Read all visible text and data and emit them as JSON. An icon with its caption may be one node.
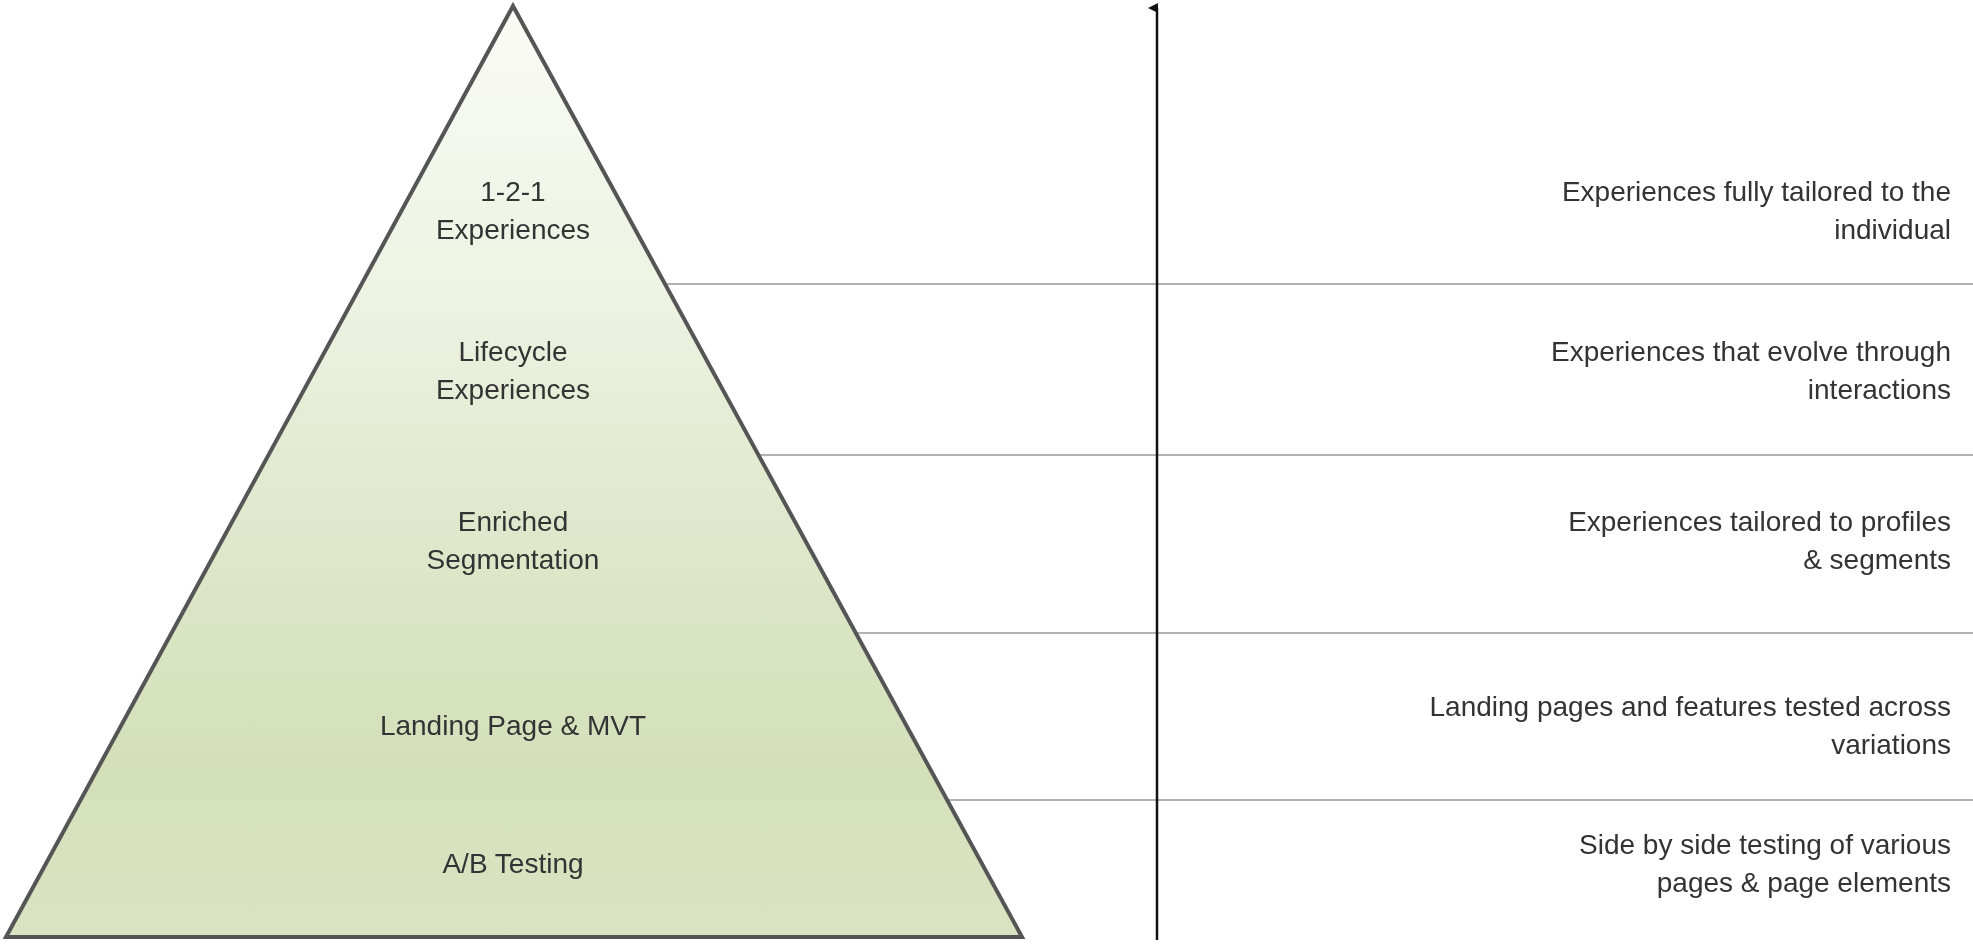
{
  "diagram": {
    "nodes": [
      {
        "text": [
          "1-2-1 Experiences"
        ]
      },
      {
        "text": [
          "Lifecycle Experiences"
        ]
      },
      {
        "text": [
          "Enriched Segmentation"
        ]
      },
      {
        "text": [
          "Landing Page & MVT"
        ]
      },
      {
        "text": [
          "A/B Testing"
        ]
      }
    ],
    "labels": [
      "Experiences fully tailored to the individual",
      "Experiences that evolve through interactions",
      "Experiences tailored to profiles & segments",
      "Landing pages and features tested across variations",
      "Side by side testing of various pages & page elements"
    ]
  }
}
